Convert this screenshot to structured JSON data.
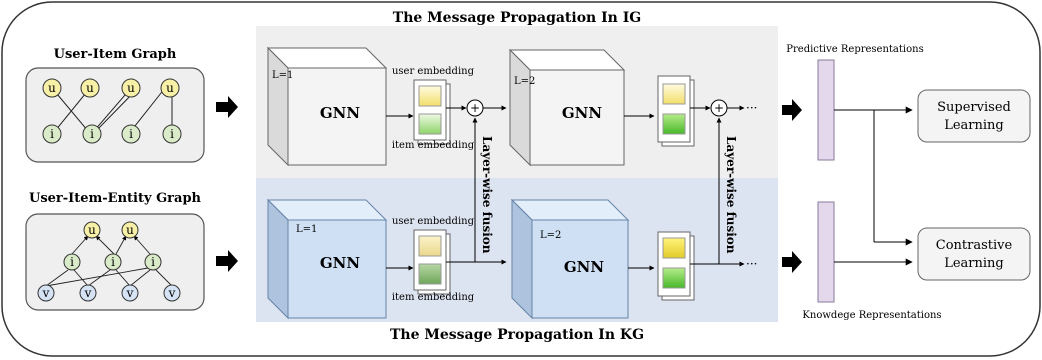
{
  "titles": {
    "top": "The Message Propagation In IG",
    "bottom": "The Message Propagation In KG"
  },
  "graphs": {
    "user_item": {
      "label": "User-Item Graph",
      "user_node": "u",
      "item_node": "i"
    },
    "user_item_entity": {
      "label": "User-Item-Entity Graph",
      "user_node": "u",
      "item_node": "i",
      "entity_node": "v"
    }
  },
  "gnn_blocks": {
    "name": "GNN",
    "layer1": "L=1",
    "layer2": "L=2"
  },
  "embeddings": {
    "user": "user embedding",
    "item": "item embedding"
  },
  "fusion": {
    "label": "Layer-wise fusion",
    "plus": "+",
    "ellipsis": "···"
  },
  "representations": {
    "predictive": "Predictive Representations",
    "knowledge": "Knowdege Representations"
  },
  "outputs": {
    "supervised": {
      "line1": "Supervised",
      "line2": "Learning"
    },
    "contrastive": {
      "line1": "Contrastive",
      "line2": "Learning"
    }
  },
  "colors": {
    "ig_panel": "#efefef",
    "kg_panel": "#dde4f1",
    "gnn_ig": "#f4f4f4",
    "gnn_kg": "#cfe0f5",
    "user_node": "#f7f0a6",
    "item_node": "#d9ebc8",
    "entity_node": "#d5e3f5",
    "rep_bar": "#e3d8ec",
    "yellow": "#f4e96a",
    "green": "#86d25a"
  }
}
